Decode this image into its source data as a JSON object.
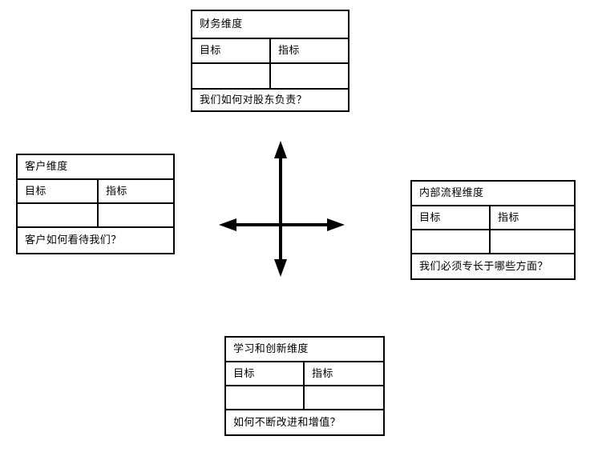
{
  "diagram": {
    "type": "balanced-scorecard",
    "column_headers": [
      "目标",
      "指标"
    ],
    "perspectives": [
      {
        "id": "financial",
        "position": "top",
        "title": "财务维度",
        "columns": [
          "目标",
          "指标"
        ],
        "values": [
          "",
          ""
        ],
        "question": "我们如何对股东负责？"
      },
      {
        "id": "customer",
        "position": "left",
        "title": "客户维度",
        "columns": [
          "目标",
          "指标"
        ],
        "values": [
          "",
          ""
        ],
        "question": "客户如何看待我们？"
      },
      {
        "id": "internal-process",
        "position": "right",
        "title": "内部流程维度",
        "columns": [
          "目标",
          "指标"
        ],
        "values": [
          "",
          ""
        ],
        "question": "我们必须专长于哪些方面？"
      },
      {
        "id": "learning-innovation",
        "position": "bottom",
        "title": "学习和创新维度",
        "columns": [
          "目标",
          "指标"
        ],
        "values": [
          "",
          ""
        ],
        "question": "如何不断改进和增值？"
      }
    ],
    "center": {
      "icon": "four-way-arrow-cross-icon",
      "directions": [
        "up",
        "down",
        "left",
        "right"
      ],
      "color": "#000000"
    },
    "colors": {
      "stroke": "#000000",
      "background": "#ffffff",
      "text": "#000000"
    }
  }
}
